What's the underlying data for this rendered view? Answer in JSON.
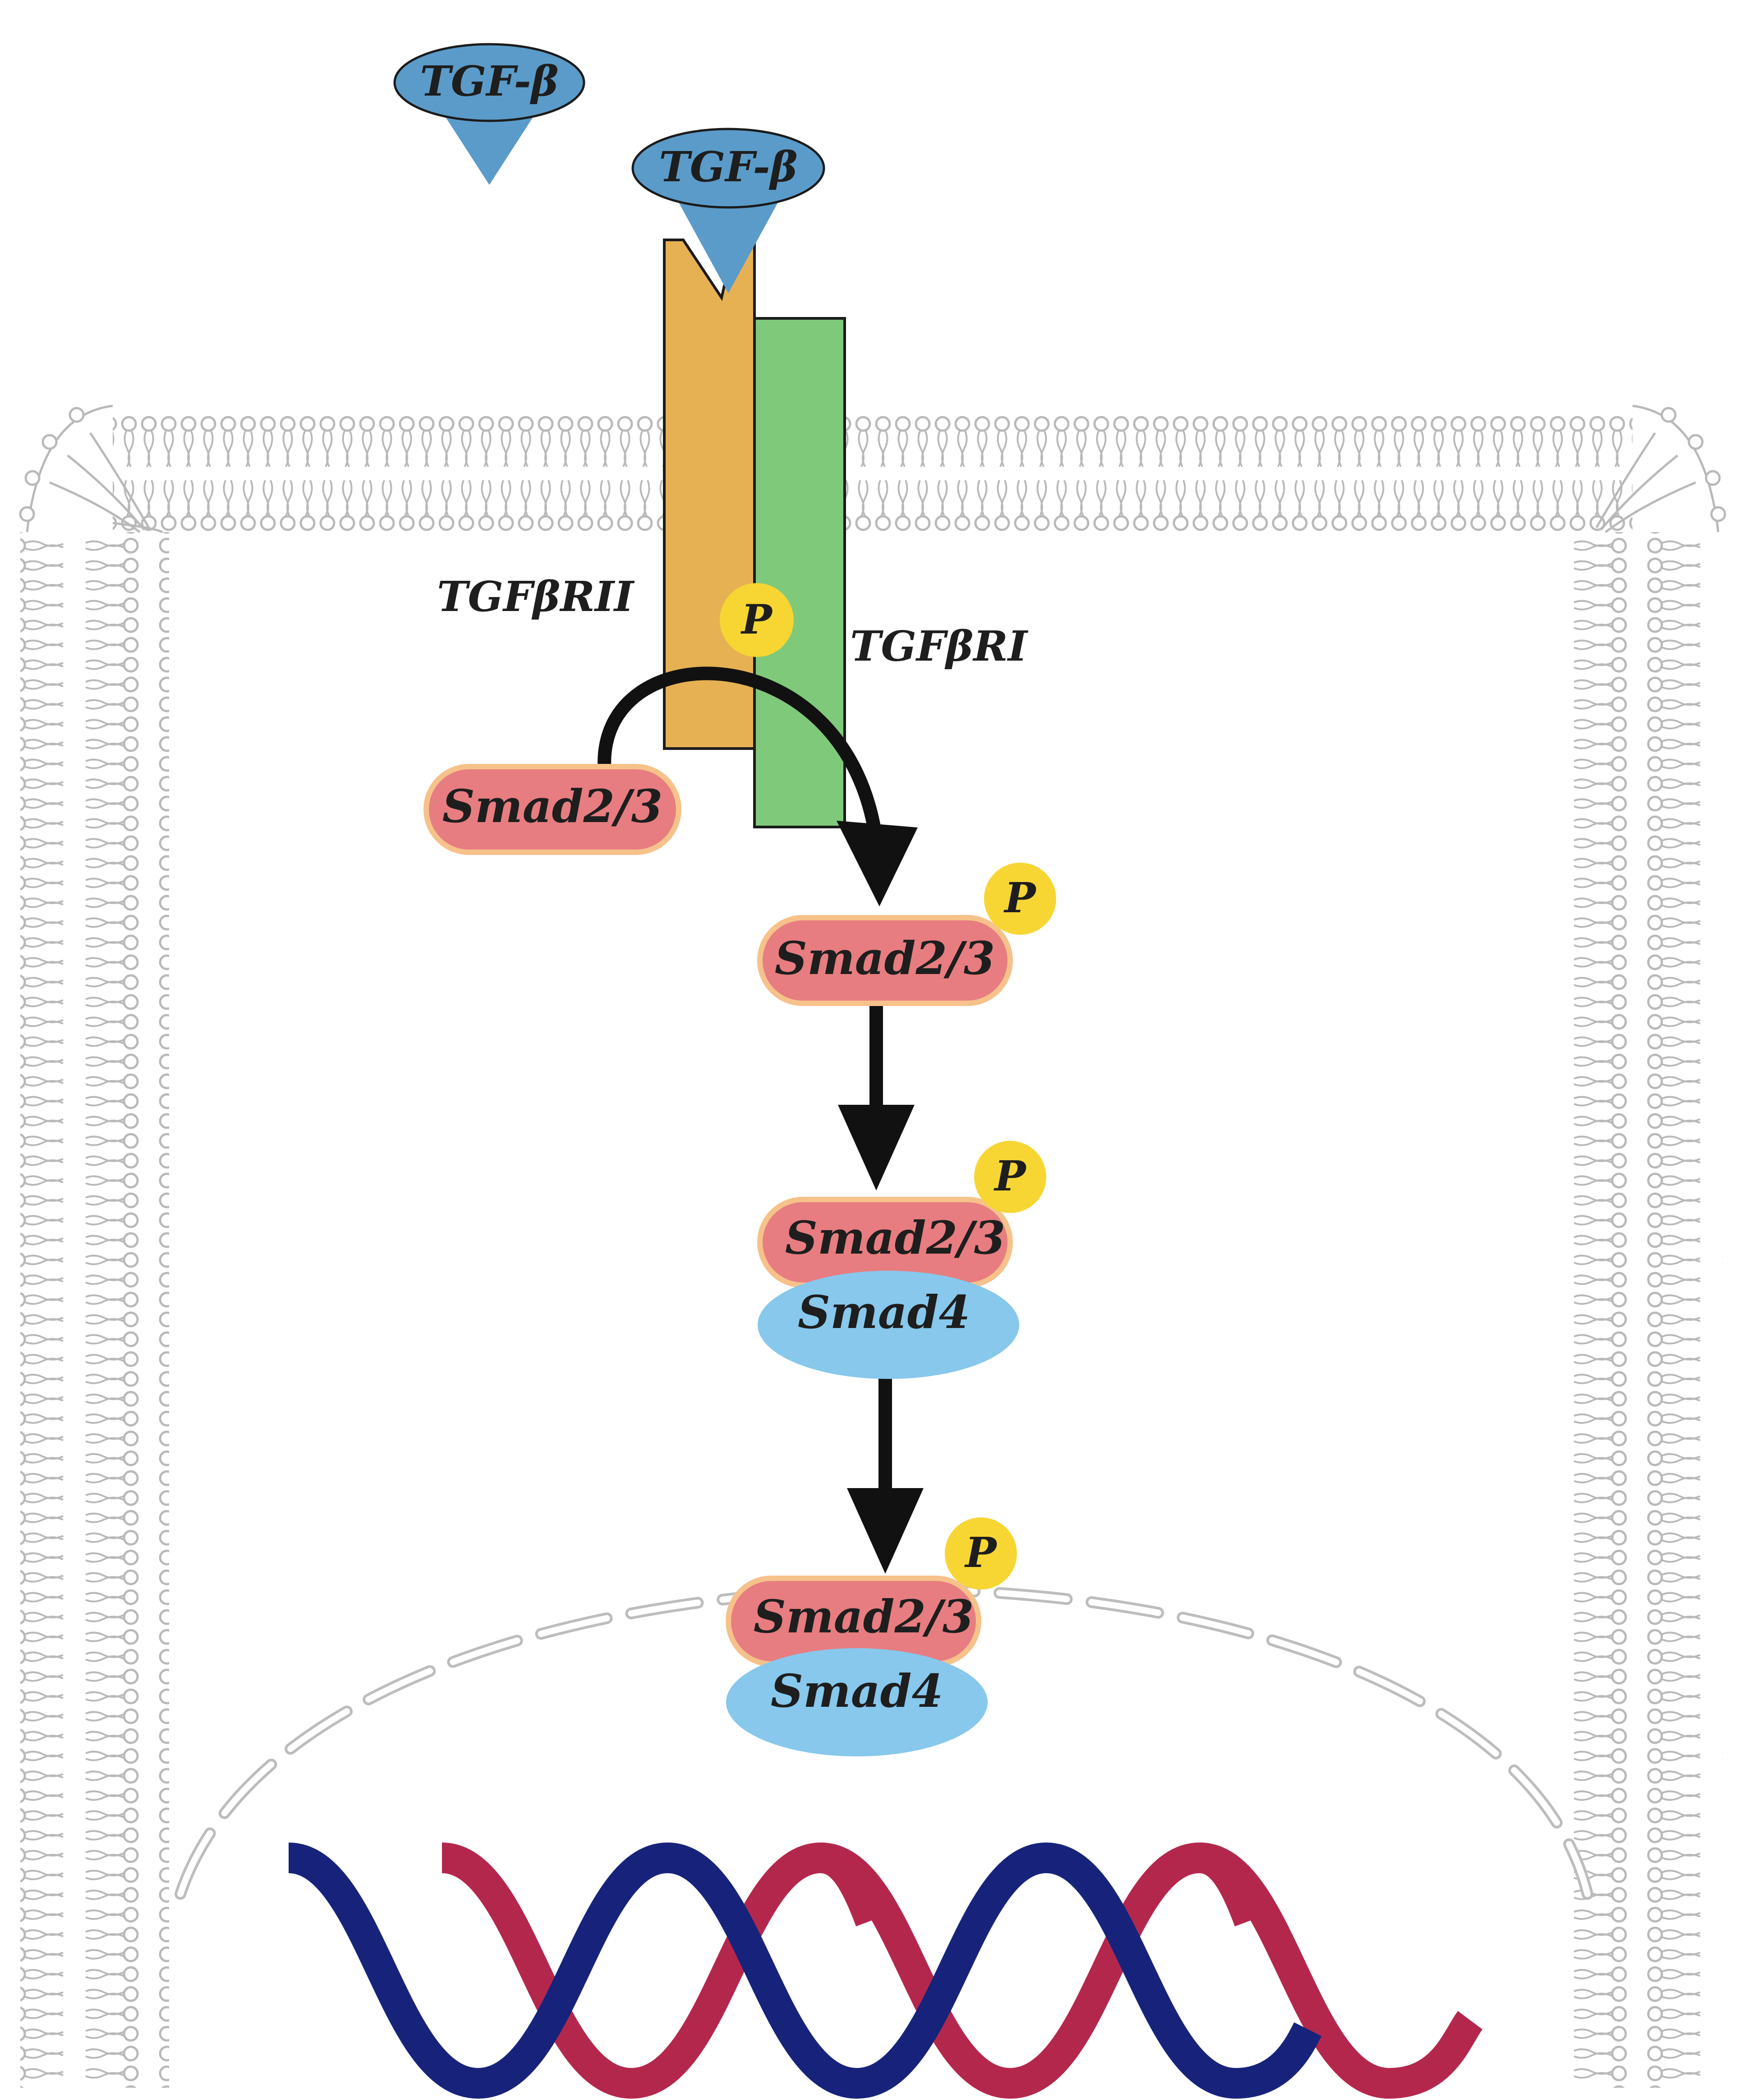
{
  "ligands": [
    {
      "id": "ligand-free",
      "label": "TGF-β"
    },
    {
      "id": "ligand-bound",
      "label": "TGF-β"
    }
  ],
  "receptors": {
    "type2": {
      "label": "TGFβRII"
    },
    "type1": {
      "label": "TGFβRI"
    }
  },
  "phospho": {
    "label": "P"
  },
  "proteins": {
    "smad23": {
      "label": "Smad2/3"
    },
    "smad4": {
      "label": "Smad4"
    }
  },
  "colors": {
    "ligand": "#5b9bc9",
    "receptor_type2": "#e6b153",
    "receptor_type1": "#7fc97a",
    "smad23": "#e77d80",
    "smad23_glow": "#f6c28a",
    "smad4": "#87c8ec",
    "phospho": "#f7d634",
    "arrow": "#111111",
    "membrane": "#b9b9b9",
    "dna_strand_a": "#17237b",
    "dna_strand_b": "#b4274d"
  }
}
